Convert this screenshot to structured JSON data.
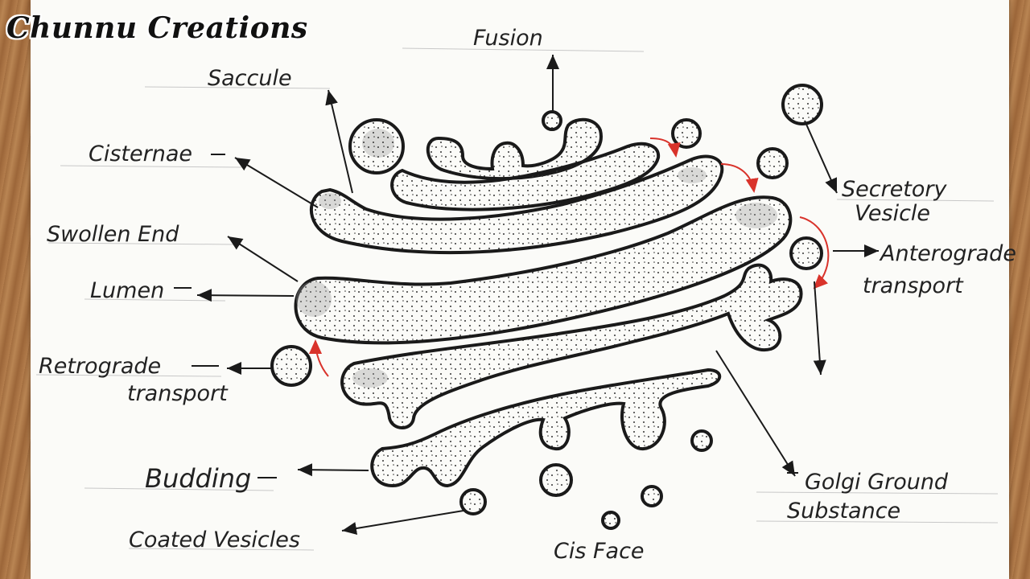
{
  "watermark": "Chunnu Creations",
  "labels": {
    "fusion": "Fusion",
    "saccule": "Saccule",
    "cisternae": "Cisternae",
    "swollen_end": "Swollen End",
    "lumen": "Lumen",
    "retrograde_1": "Retrograde",
    "retrograde_2": "transport",
    "budding": "Budding",
    "coated_vesicles": "Coated Vesicles",
    "cis_face": "Cis Face",
    "secretory_1": "Secretory",
    "secretory_2": "Vesicle",
    "anterograde_1": "Anterograde",
    "anterograde_2": "transport",
    "ground_1": "Golgi Ground",
    "ground_2": "Substance"
  },
  "colors": {
    "ink": "#1a1a1a",
    "transport_arrow": "#d9332b",
    "paper": "#fbfbf8"
  }
}
